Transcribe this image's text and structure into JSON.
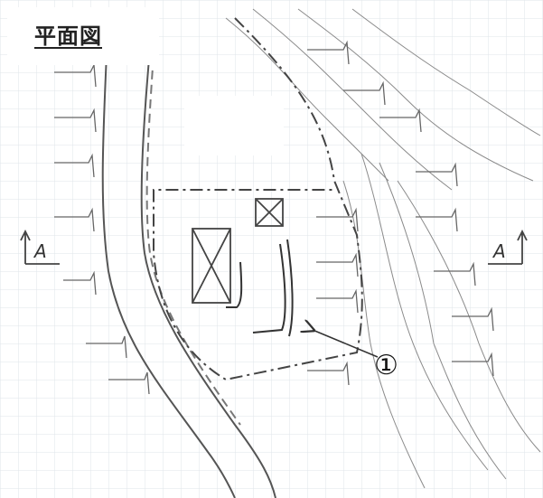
{
  "title": "平面図",
  "section_marker_left": "A",
  "section_marker_right": "A",
  "callout_number": "①",
  "colors": {
    "pencil": "#555555",
    "grid": "#dfe4ea",
    "paper": "#ffffff"
  },
  "icons": [
    "arrow-up-icon",
    "leader-arrow-icon",
    "pier-x-icon"
  ]
}
